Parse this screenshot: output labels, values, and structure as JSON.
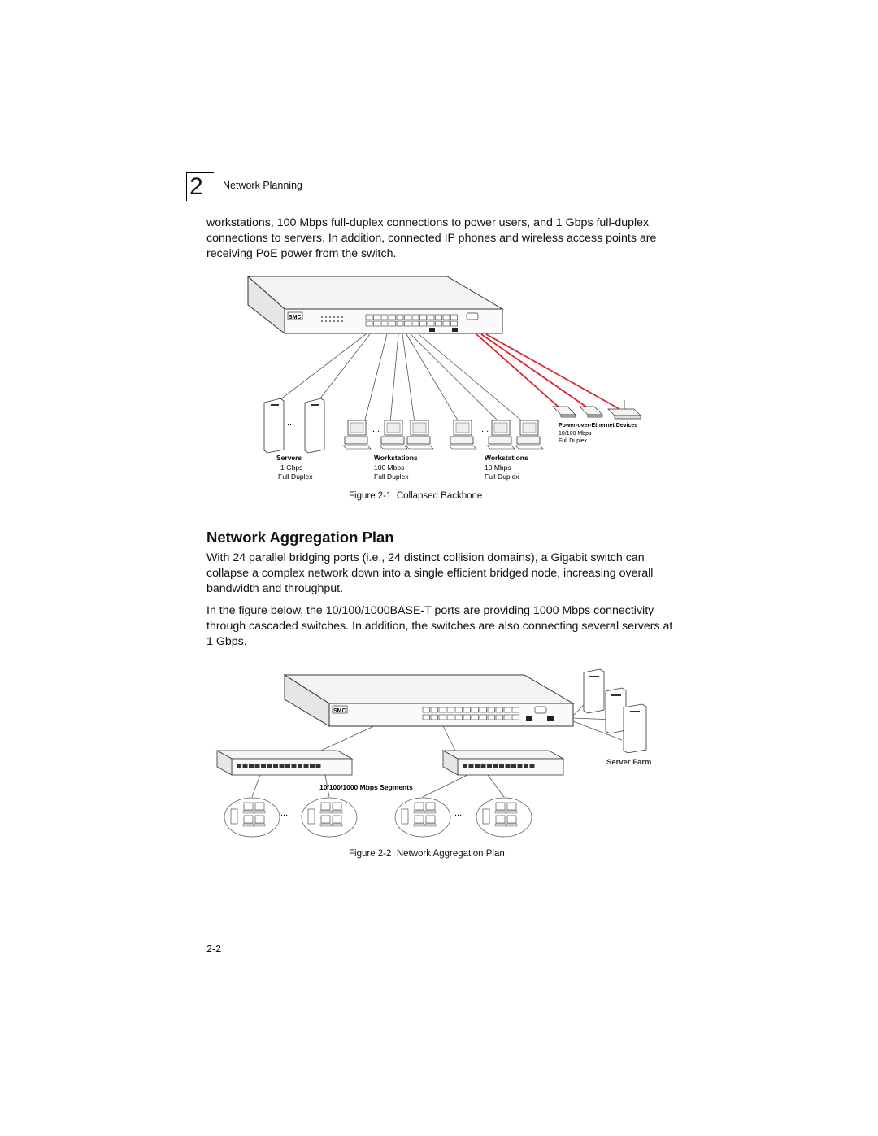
{
  "header": {
    "chapter_number": "2",
    "chapter_title": "Network Planning"
  },
  "intro_paragraph": "workstations, 100 Mbps full-duplex connections to power users, and 1 Gbps full-duplex connections to servers. In addition, connected IP phones and wireless access points are receiving PoE power from the switch.",
  "figure1": {
    "caption_prefix": "Figure 2-1",
    "caption_title": "Collapsed Backbone",
    "switch_logo": "SMC",
    "groups": [
      {
        "title": "Servers",
        "speed": "1 Gbps",
        "duplex": "Full Duplex"
      },
      {
        "title": "Workstations",
        "speed": "100 Mbps",
        "duplex": "Full Duplex"
      },
      {
        "title": "Workstations",
        "speed": "10 Mbps",
        "duplex": "Full Duplex"
      },
      {
        "title": "Power-over-Ethernet Devices",
        "speed": "10/100 Mbps",
        "duplex": "Full Duplex"
      }
    ],
    "ellipsis": "...",
    "poe_link_color": "#d9252f"
  },
  "section": {
    "heading": "Network Aggregation Plan",
    "paragraph1": "With 24 parallel bridging ports (i.e., 24 distinct collision domains), a Gigabit switch can collapse a complex network down into a single efficient bridged node, increasing overall bandwidth and throughput.",
    "paragraph2": "In the figure below, the 10/100/1000BASE-T ports are providing 1000 Mbps connectivity through cascaded switches. In addition, the switches are also connecting several servers at 1 Gbps."
  },
  "figure2": {
    "caption_prefix": "Figure 2-2",
    "caption_title": "Network Aggregation Plan",
    "server_farm_label": "Server Farm",
    "segments_label": "10/100/1000 Mbps Segments",
    "switch_logo": "SMC",
    "ellipsis": "..."
  },
  "footer": {
    "page_number": "2-2"
  }
}
